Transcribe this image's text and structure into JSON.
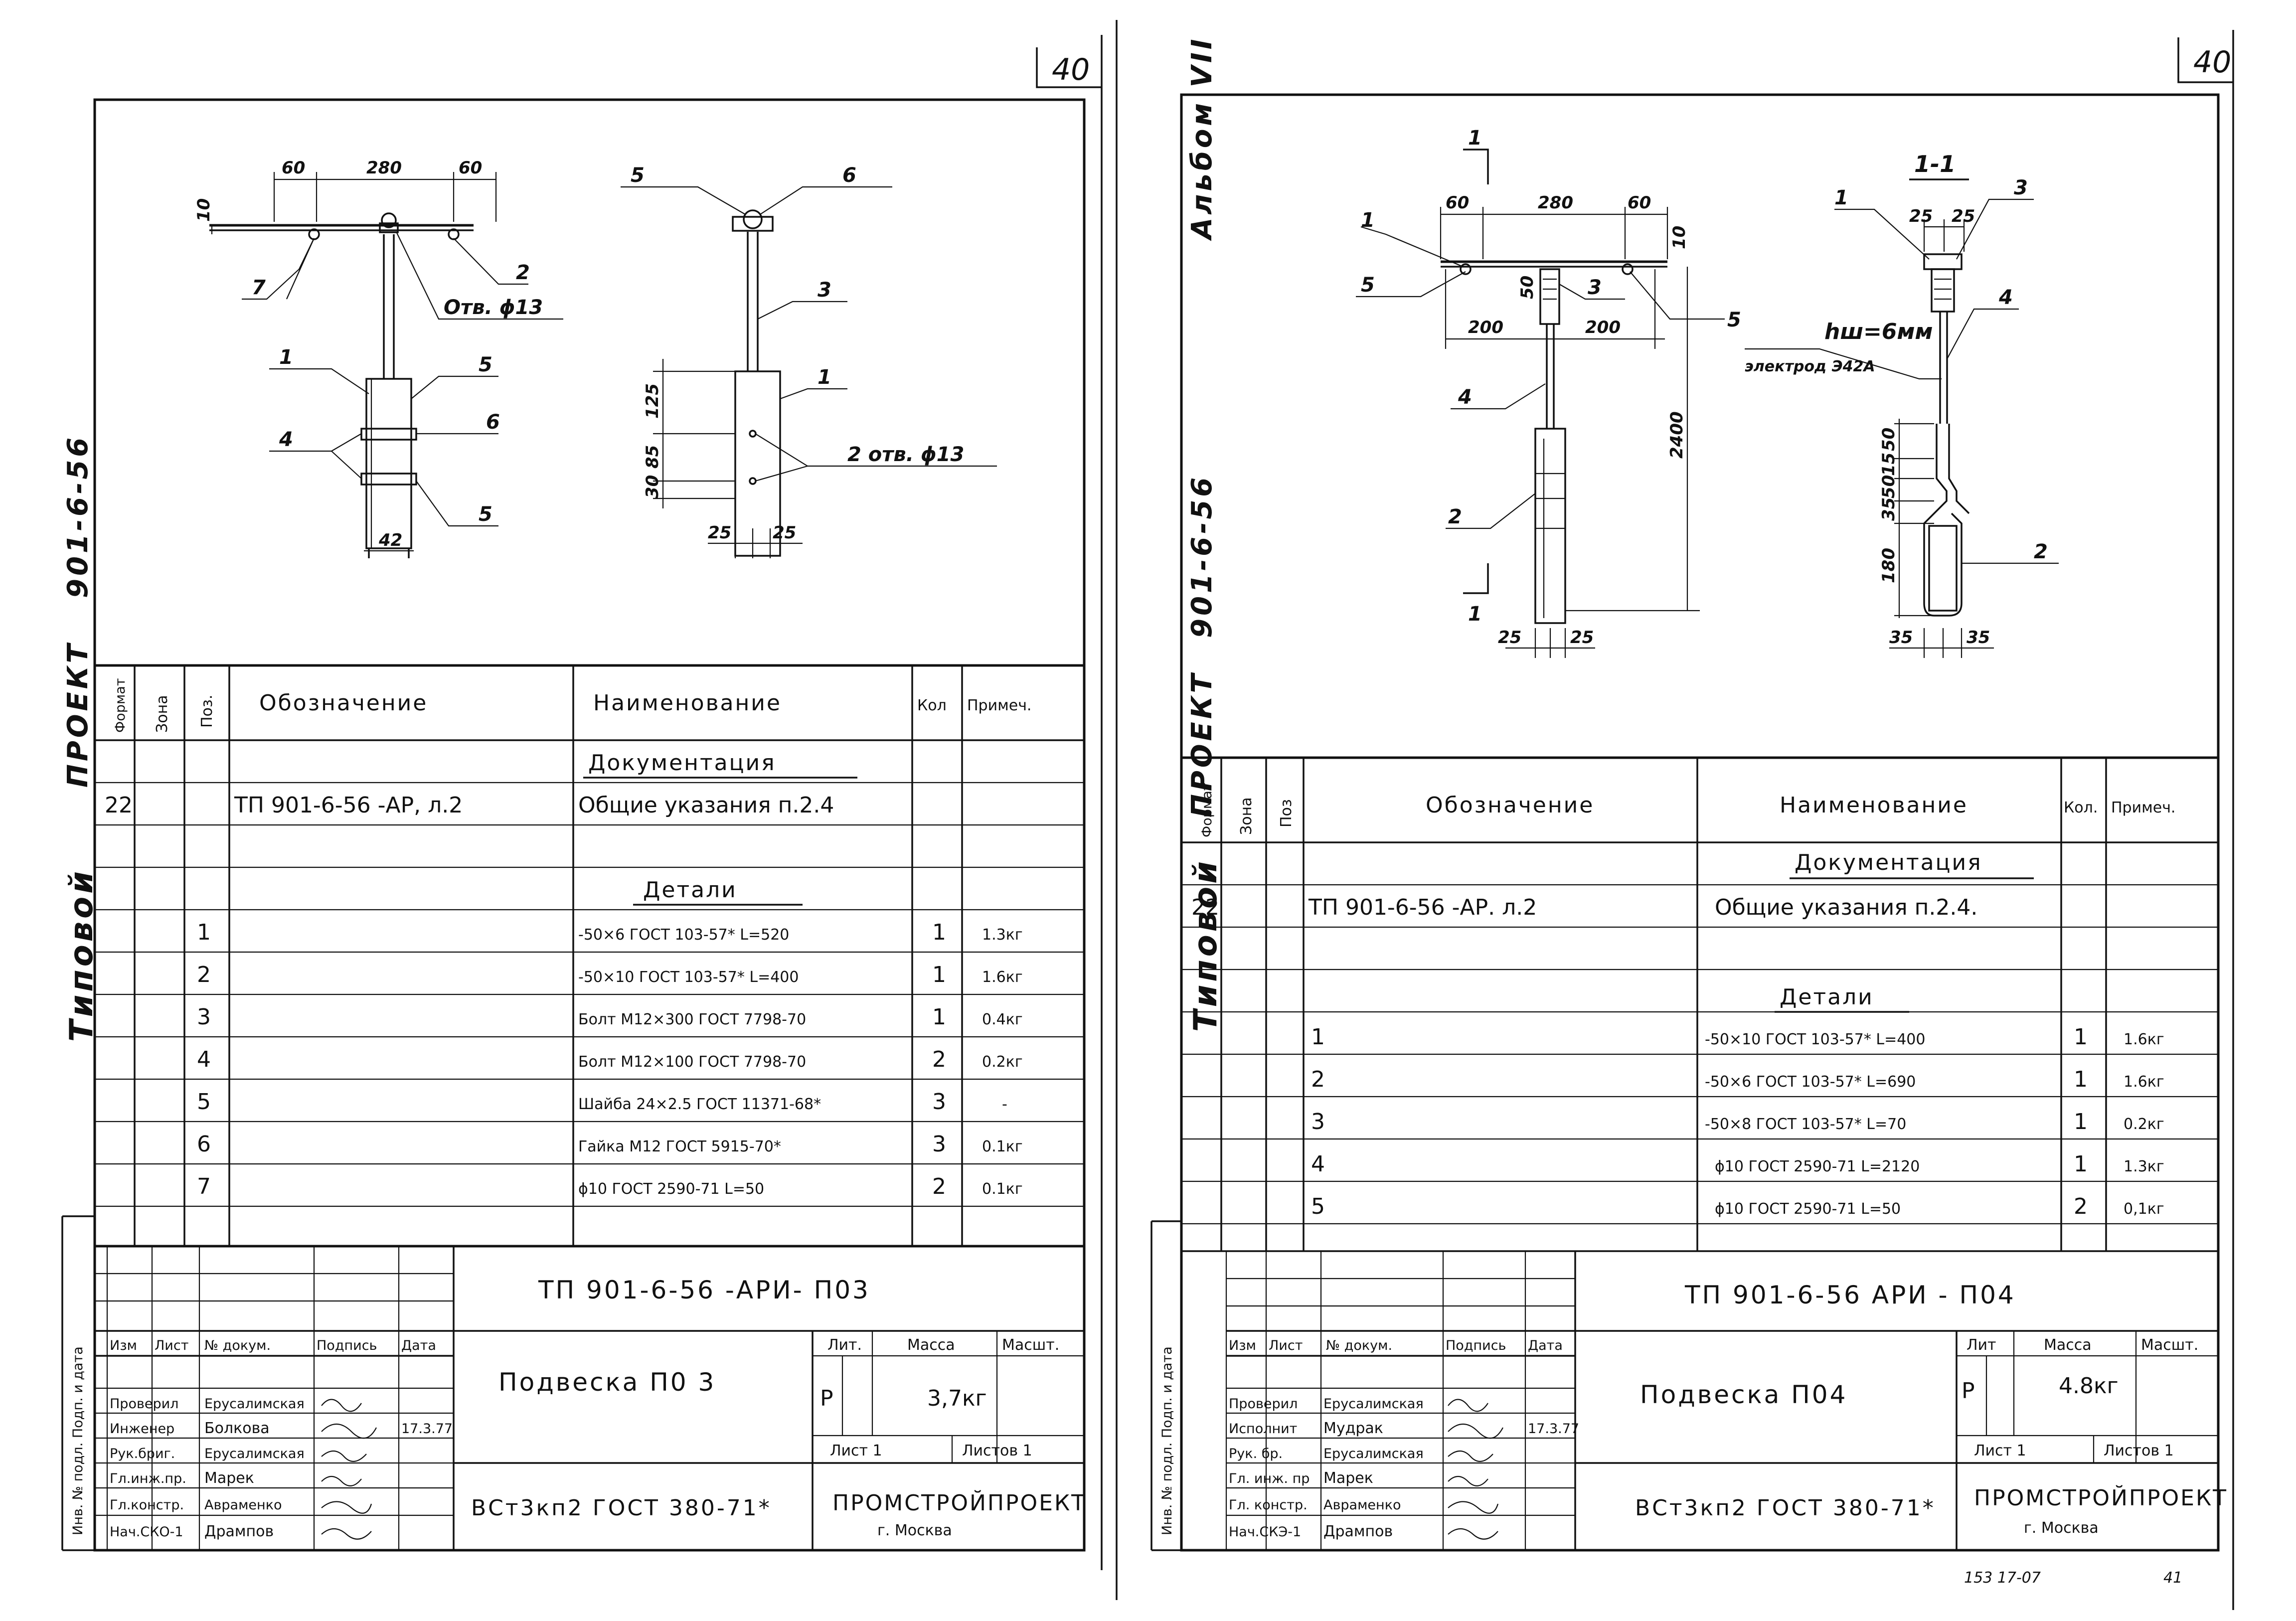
{
  "sheet_numbers": {
    "left": "40",
    "right": "40"
  },
  "left": {
    "side_labels": {
      "project_code": "901-6-56",
      "project": "ПРОЕКТ",
      "typical": "Типовой",
      "inv": "Инв. № подл. Подп. и дата"
    },
    "drawing": {
      "dims": {
        "d60a": "60",
        "d280": "280",
        "d60b": "60",
        "d10": "10",
        "d125": "125",
        "d85": "85",
        "d30": "30",
        "d25a": "25",
        "d25b": "25",
        "d42": "42"
      },
      "callouts": {
        "c1": "1",
        "c2": "2",
        "c3": "3",
        "c4": "4",
        "c5a": "5",
        "c5b": "5",
        "c5c": "5",
        "c6a": "6",
        "c6b": "6",
        "c7": "7",
        "c1b": "1"
      },
      "notes": {
        "hole13": "Отв. ϕ13",
        "holes2": "2 отв. ϕ13"
      }
    },
    "spec": {
      "headers": {
        "format": "Формат",
        "zone": "Зона",
        "pos": "Поз.",
        "designation": "Обозначение",
        "name": "Наименование",
        "qty": "Кол",
        "note": "Примеч."
      },
      "section_doc": "Документация",
      "doc_row": {
        "format": "22",
        "designation": "ТП 901-6-56 -АР, л.2",
        "name": "Общие указания п.2.4"
      },
      "section_parts": "Детали",
      "rows": [
        {
          "pos": "1",
          "name": "-50×6 ГОСТ 103-57* L=520",
          "qty": "1",
          "note": "1.3кг"
        },
        {
          "pos": "2",
          "name": "-50×10 ГОСТ 103-57* L=400",
          "qty": "1",
          "note": "1.6кг"
        },
        {
          "pos": "3",
          "name": "Болт М12×300 ГОСТ 7798-70",
          "qty": "1",
          "note": "0.4кг"
        },
        {
          "pos": "4",
          "name": "Болт М12×100 ГОСТ 7798-70",
          "qty": "2",
          "note": "0.2кг"
        },
        {
          "pos": "5",
          "name": "Шайба 24×2.5 ГОСТ 11371-68*",
          "qty": "3",
          "note": "-"
        },
        {
          "pos": "6",
          "name": "Гайка М12 ГОСТ 5915-70*",
          "qty": "3",
          "note": "0.1кг"
        },
        {
          "pos": "7",
          "name": "ϕ10 ГОСТ 2590-71 L=50",
          "qty": "2",
          "note": "0.1кг"
        }
      ]
    },
    "stamp": {
      "code": "ТП 901-6-56 -АРИ- П03",
      "cols": {
        "izm": "Изм",
        "list": "Лист",
        "ndoc": "№ докум.",
        "podp": "Подпись",
        "data": "Дата"
      },
      "roles": [
        {
          "role": "Проверил",
          "name": "Ерусалимская"
        },
        {
          "role": "Инженер",
          "name": "Болкова"
        },
        {
          "role": "Рук.бриг.",
          "name": "Ерусалимская"
        },
        {
          "role": "Гл.инж.пр.",
          "name": "Марек"
        },
        {
          "role": "Гл.констр.",
          "name": "Авраменко"
        },
        {
          "role": "Нач.СКО-1",
          "name": "Дрампов"
        }
      ],
      "date": "17.3.77",
      "title": "Подвеска П0 3",
      "lit_h": "Лит.",
      "massa_h": "Масса",
      "masht_h": "Масшт.",
      "lit": "Р",
      "massa": "3,7кг",
      "sheet": "Лист 1",
      "sheets": "Листов 1",
      "material": "ВСт3кп2 ГОСТ 380-71*",
      "org": "ПРОМСТРОЙПРОЕКТ",
      "city": "г. Москва"
    }
  },
  "right": {
    "side_labels": {
      "album": "Альбом VII",
      "project_code": "901-6-56",
      "project": "ПРОЕКТ",
      "typical": "Типовой",
      "inv": "Инв. № подл. Подп. и дата"
    },
    "drawing": {
      "dims": {
        "d60a": "60",
        "d280": "280",
        "d60b": "60",
        "d10": "10",
        "d50": "50",
        "d200a": "200",
        "d200b": "200",
        "d2400": "2400",
        "d25a": "25",
        "d25b": "25",
        "d25c": "25",
        "d25d": "25",
        "d35a": "35",
        "d35b": "35",
        "d15": "15",
        "d50b": "50",
        "d35": "35",
        "d50c": "50",
        "d180": "180"
      },
      "callouts": {
        "c1": "1",
        "c1b": "1",
        "c2": "2",
        "c2b": "2",
        "c3": "3",
        "c3b": "3",
        "c4": "4",
        "c4b": "4",
        "c5a": "5",
        "c5b": "5",
        "c1c": "1",
        "c1d": "1"
      },
      "section": "1-1",
      "weld": "hш=6мм",
      "electrode": "электрод Э42А"
    },
    "spec": {
      "headers": {
        "format": "Формат",
        "zone": "Зона",
        "pos": "Поз",
        "designation": "Обозначение",
        "name": "Наименование",
        "qty": "Кол.",
        "note": "Примеч."
      },
      "section_doc": "Документация",
      "doc_row": {
        "format": "22",
        "designation": "ТП 901-6-56 -АР. л.2",
        "name": "Общие указания п.2.4."
      },
      "section_parts": "Детали",
      "rows": [
        {
          "pos": "1",
          "name": "-50×10 ГОСТ 103-57* L=400",
          "qty": "1",
          "note": "1.6кг"
        },
        {
          "pos": "2",
          "name": "-50×6 ГОСТ 103-57* L=690",
          "qty": "1",
          "note": "1.6кг"
        },
        {
          "pos": "3",
          "name": "-50×8 ГОСТ 103-57* L=70",
          "qty": "1",
          "note": "0.2кг"
        },
        {
          "pos": "4",
          "name": "ϕ10 ГОСТ 2590-71 L=2120",
          "qty": "1",
          "note": "1.3кг"
        },
        {
          "pos": "5",
          "name": "ϕ10 ГОСТ 2590-71 L=50",
          "qty": "2",
          "note": "0,1кг"
        }
      ]
    },
    "stamp": {
      "code": "ТП 901-6-56 АРИ - П04",
      "cols": {
        "izm": "Изм",
        "list": "Лист",
        "ndoc": "№ докум.",
        "podp": "Подпись",
        "data": "Дата"
      },
      "roles": [
        {
          "role": "Проверил",
          "name": "Ерусалимская"
        },
        {
          "role": "Исполнит",
          "name": "Мудрак"
        },
        {
          "role": "Рук. бр.",
          "name": "Ерусалимская"
        },
        {
          "role": "Гл. инж. пр",
          "name": "Марек"
        },
        {
          "role": "Гл. констр.",
          "name": "Авраменко"
        },
        {
          "role": "Нач.СКЭ-1",
          "name": "Дрампов"
        }
      ],
      "date": "17.3.77",
      "title": "Подвеска П04",
      "lit_h": "Лит",
      "massa_h": "Масса",
      "masht_h": "Масшт.",
      "lit": "Р",
      "massa": "4.8кг",
      "sheet": "Лист 1",
      "sheets": "Листов 1",
      "material": "ВСт3кп2 ГОСТ 380-71*",
      "org": "ПРОМСТРОЙПРОЕКТ",
      "city": "г. Москва",
      "footer_code": "153 17-07",
      "footer_page": "41"
    }
  }
}
